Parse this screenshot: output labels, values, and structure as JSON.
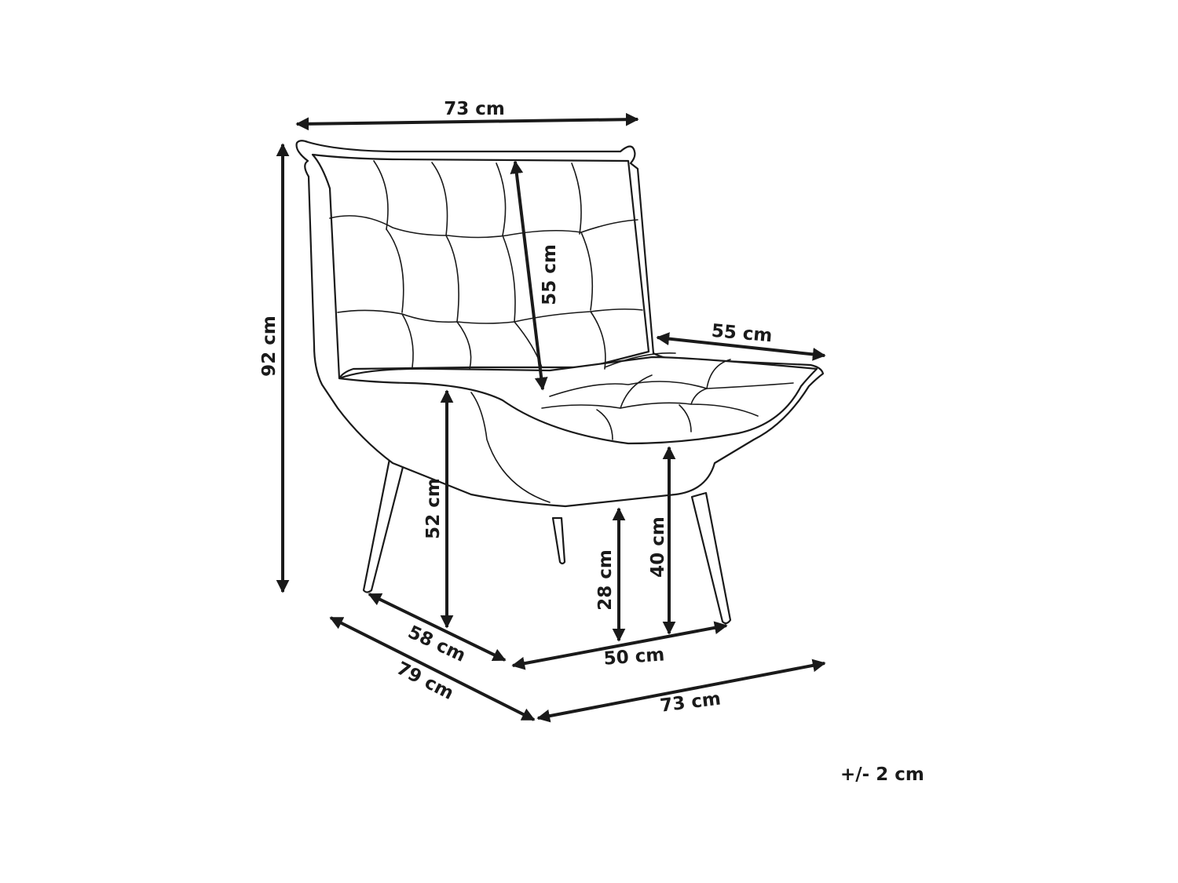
{
  "diagram": {
    "dimensions": {
      "top_width": "73 cm",
      "total_height": "92 cm",
      "backrest_height": "55 cm",
      "seat_depth": "55 cm",
      "seat_height": "52 cm",
      "leg_height": "28 cm",
      "armrest_height": "40 cm",
      "leg_depth": "58 cm",
      "total_depth": "79 cm",
      "leg_width": "50 cm",
      "bottom_width": "73 cm"
    },
    "tolerance": "+/- 2 cm"
  }
}
